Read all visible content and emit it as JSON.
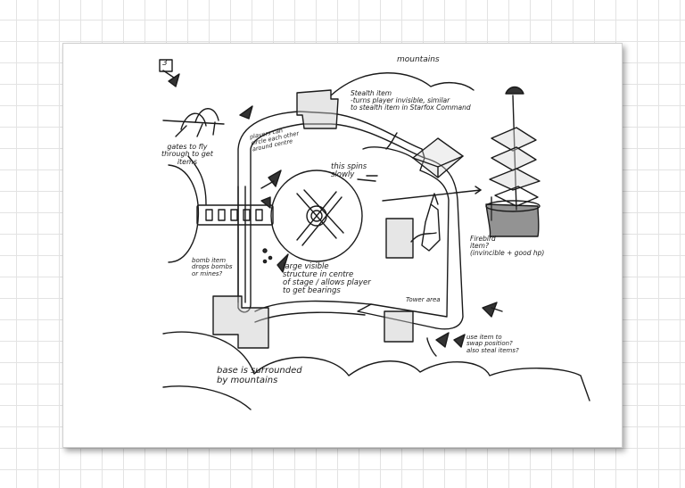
{
  "sketch": {
    "labels": {
      "mountains_top": "mountains",
      "stealth_item": "Stealth item\n-turns player invisible, similar\nto stealth item in Starfox Command",
      "gates": "gates to fly\nthrough to get\nitems",
      "players_circle": "players can\ncircle each other\naround centre",
      "this_spins": "this spins\nslowly",
      "bomb_item": "bomb item\ndrops bombs\nor mines?",
      "large_structure": "large visible\nstructure in centre\nof stage / allows player\nto get bearings",
      "firebird": "Firebird\nitem?\n(invincible + good hp)",
      "tower_area": "Tower area",
      "use_item": "use item to\nswap position?\nalso steal items?",
      "base_surrounded": "base is surrounded\nby mountains",
      "page_number": "3"
    },
    "ink_color": "#1a1a1a",
    "grid_color": "#e3e3e3",
    "paper_color": "#ffffff"
  }
}
